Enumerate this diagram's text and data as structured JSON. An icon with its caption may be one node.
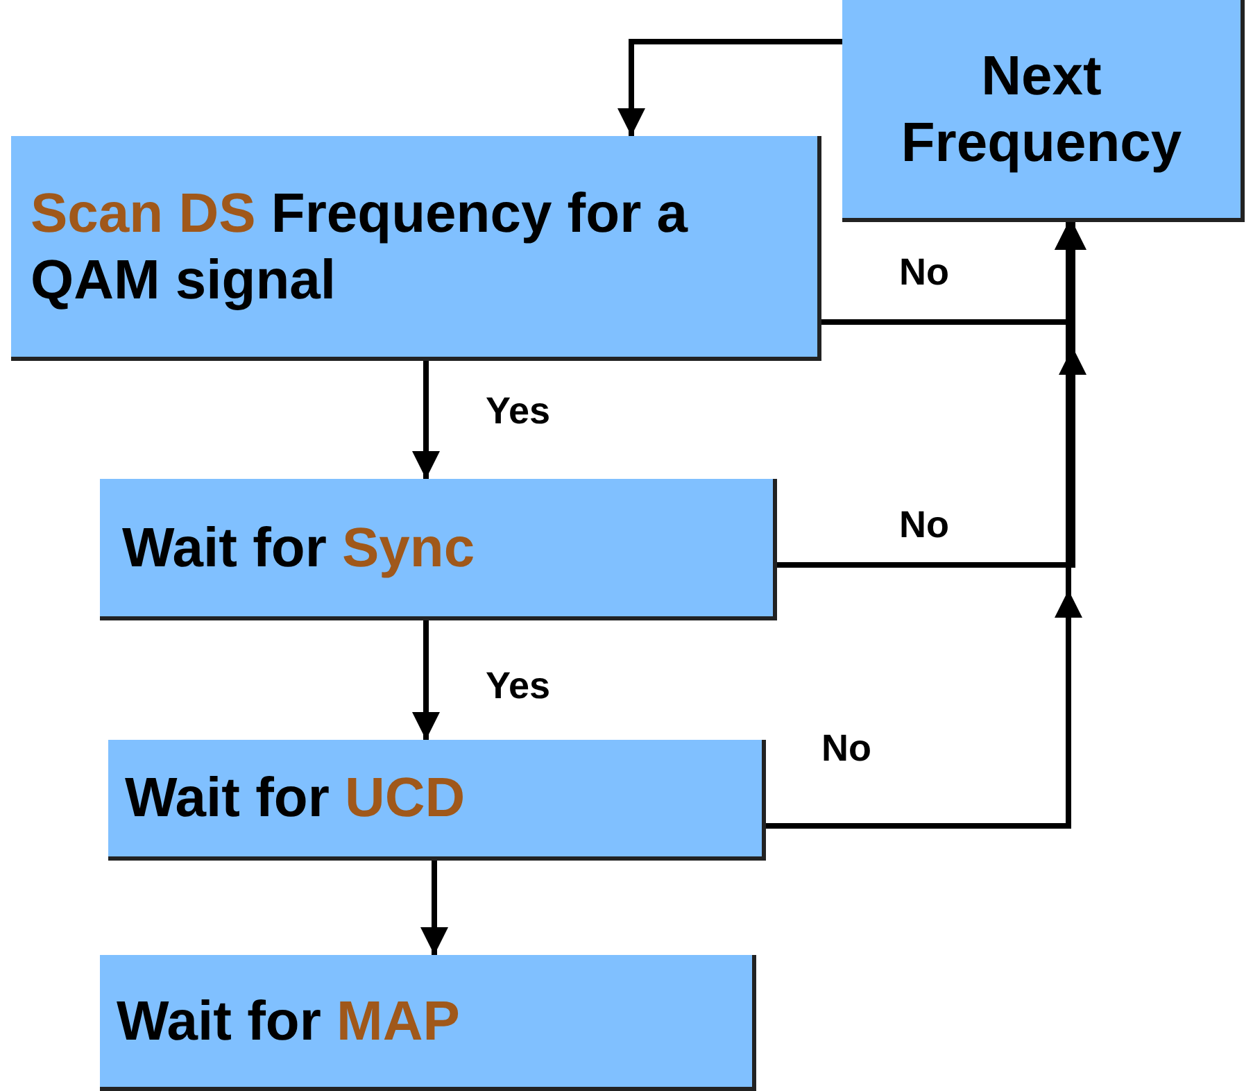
{
  "diagram": {
    "nodes": [
      {
        "text": [
          "Next Frequency"
        ]
      },
      {
        "text": [
          "**Scan DS** Frequency for a QAM signal"
        ]
      },
      {
        "text": [
          "Wait for **Sync**"
        ]
      },
      {
        "text": [
          "Wait for **UCD**"
        ]
      },
      {
        "text": [
          "Wait for **MAP**"
        ]
      }
    ],
    "edges": [
      {
        "from": 0,
        "to": 1,
        "arrow": "to"
      },
      {
        "from": 1,
        "to": 2,
        "arrow": "to",
        "label": "Yes"
      },
      {
        "from": 2,
        "to": 3,
        "arrow": "to",
        "label": "Yes"
      },
      {
        "from": 3,
        "to": 4,
        "arrow": "to"
      },
      {
        "from": 1,
        "to": 0,
        "arrow": "to",
        "label": "No"
      },
      {
        "from": 2,
        "to": 0,
        "arrow": "to",
        "label": "No"
      },
      {
        "from": 3,
        "to": 0,
        "arrow": "to",
        "label": "No"
      }
    ]
  }
}
